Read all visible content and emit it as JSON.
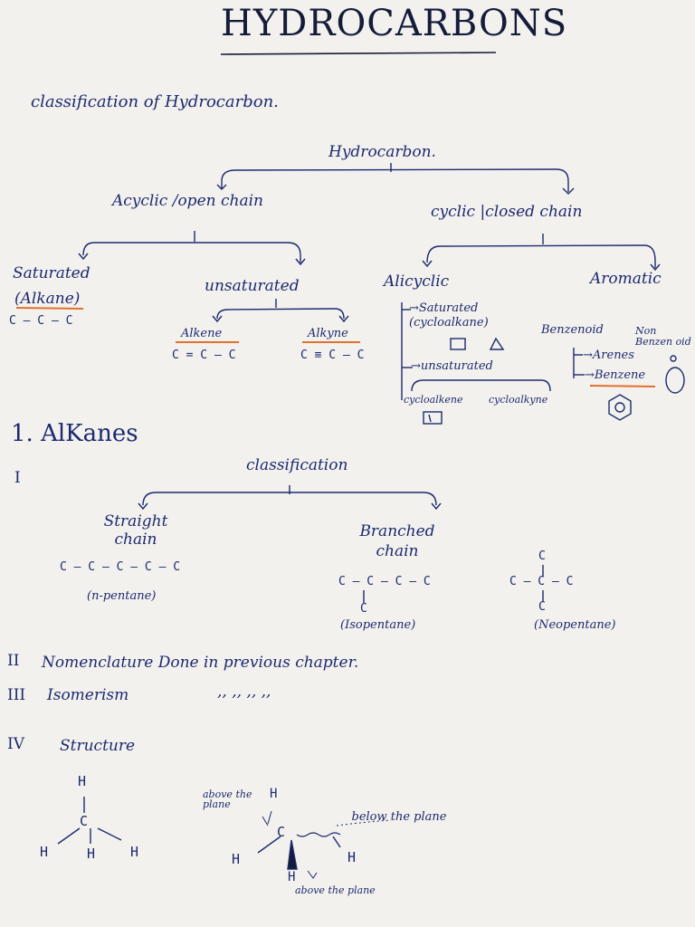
{
  "title": "HYDROCARBONS",
  "classification_heading": "classification of Hydrocarbon.",
  "tree": {
    "root": "Hydrocarbon.",
    "acyclic": "Acyclic /open chain",
    "cyclic": "cyclic |closed chain",
    "saturated": "Saturated",
    "saturated_sub": "(Alkane)",
    "saturated_formula": "C – C – C",
    "unsaturated": "unsaturated",
    "alkene": "Alkene",
    "alkene_formula": "C = C – C",
    "alkyne": "Alkyne",
    "alkyne_formula": "C ≡ C – C",
    "alicyclic": "Alicyclic",
    "alicyclic_saturated": "→Saturated",
    "alicyclic_saturated_sub": "(cycloalkane)",
    "alicyclic_unsaturated": "→unsaturated",
    "cycloalkene": "cycloalkene",
    "cycloalkyne": "cycloalkyne",
    "aromatic": "Aromatic",
    "benzenoid": "Benzenoid",
    "non_benzenoid": "Non Benzen oid",
    "arenes": "→Arenes",
    "benzene": "→Benzene"
  },
  "alkanes": {
    "heading": "1. AlKanes",
    "sec1_numeral": "I",
    "classification": "classification",
    "straight": "Straight chain",
    "straight_formula": "C – C – C – C – C",
    "straight_name": "(n-pentane)",
    "branched": "Branched chain",
    "branched_formula": "C – C – C – C",
    "branched_sub": "C",
    "isopentane": "(Isopentane)",
    "neo_top": "C",
    "neo_mid": "C – C – C",
    "neo_bottom": "C",
    "neopentane": "(Neopentane)",
    "sec2_numeral": "II",
    "sec2_text": "Nomenclature Done in previous chapter.",
    "sec3_numeral": "III",
    "sec3_text": "Isomerism",
    "sec3_ditto": ",,     ,,     ,,     ,,",
    "sec4_numeral": "IV",
    "sec4_text": "Structure"
  },
  "structure": {
    "h_top": "H",
    "c_center": "C",
    "h_left": "H",
    "h_mid": "H",
    "h_right": "H",
    "above_plane_1": "above the plane",
    "h2": "H",
    "c2": "C",
    "below_plane": "below the plane",
    "h_left2": "H",
    "h_right2": "H",
    "h_bottom2": "H",
    "above_plane_2": "above the plane"
  }
}
